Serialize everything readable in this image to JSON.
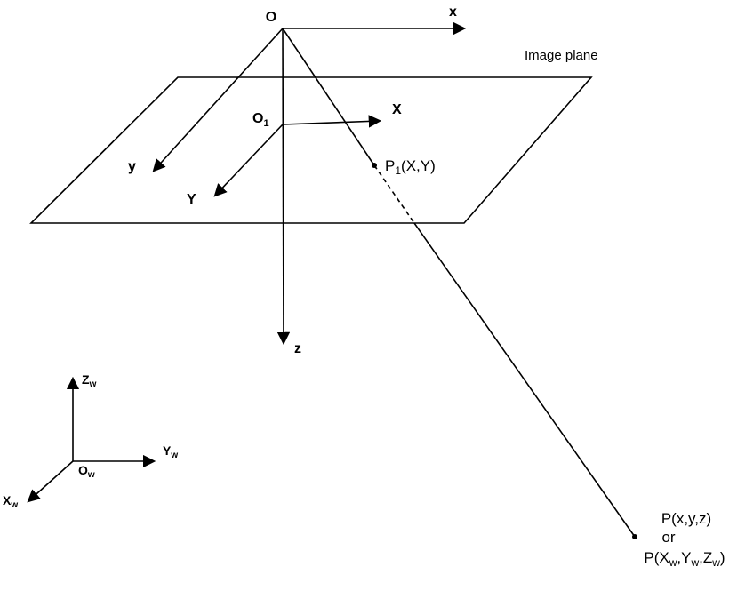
{
  "figure": {
    "image_plane_label": "Image plane",
    "camera": {
      "origin": "O",
      "axis_x": "x",
      "axis_y": "y",
      "axis_z": "z"
    },
    "image_coords": {
      "origin_main": "O",
      "origin_sub": "1",
      "axis_x": "X",
      "axis_y": "Y"
    },
    "image_point": {
      "main": "P",
      "sub": "1",
      "args": "(X,Y)"
    },
    "world_point": {
      "line1": "P(x,y,z)",
      "line2": "or",
      "line3": {
        "p1": "P(X",
        "s1": "w",
        "p2": ",Y",
        "s2": "w",
        "p3": ",Z",
        "s3": "w",
        "p4": ")"
      }
    },
    "world": {
      "origin_main": "O",
      "origin_sub": "w",
      "x_main": "X",
      "x_sub": "w",
      "y_main": "Y",
      "y_sub": "w",
      "z_main": "Z",
      "z_sub": "w"
    },
    "colors": {
      "line": "#000000",
      "background": "#ffffff"
    }
  }
}
